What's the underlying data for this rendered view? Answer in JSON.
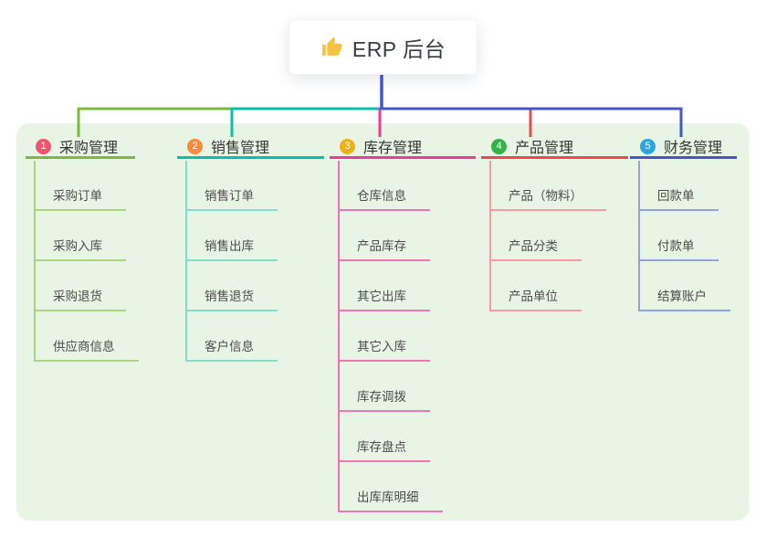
{
  "root": {
    "title": "ERP 后台",
    "icon": "thumbs-up-icon"
  },
  "canvas": {
    "background": "#ffffff",
    "panel_background": "#e8f4e4"
  },
  "root_connector_color": "#4457c8",
  "branches": [
    {
      "badge": "1",
      "badge_color": "#f1556d",
      "line_color": "#7cb93e",
      "light_color": "#a9d57e",
      "label": "采购管理",
      "items": [
        "采购订单",
        "采购入库",
        "采购退货",
        "供应商信息"
      ]
    },
    {
      "badge": "2",
      "badge_color": "#f68a3d",
      "line_color": "#0bbfb0",
      "light_color": "#84dcd0",
      "label": "销售管理",
      "items": [
        "销售订单",
        "销售出库",
        "销售退货",
        "客户信息"
      ]
    },
    {
      "badge": "3",
      "badge_color": "#efb019",
      "line_color": "#e93d9c",
      "light_color": "#ee74b6",
      "label": "库存管理",
      "items": [
        "仓库信息",
        "产品库存",
        "其它出库",
        "其它入库",
        "库存调拨",
        "库存盘点",
        "出库库明细"
      ]
    },
    {
      "badge": "4",
      "badge_color": "#32b34b",
      "line_color": "#f0484f",
      "light_color": "#f89aa0",
      "label": "产品管理",
      "items": [
        "产品（物料）",
        "产品分类",
        "产品单位"
      ]
    },
    {
      "badge": "5",
      "badge_color": "#2ba6dd",
      "line_color": "#4457c8",
      "light_color": "#8fa3de",
      "label": "财务管理",
      "items": [
        "回款单",
        "付款单",
        "结算账户"
      ]
    }
  ]
}
